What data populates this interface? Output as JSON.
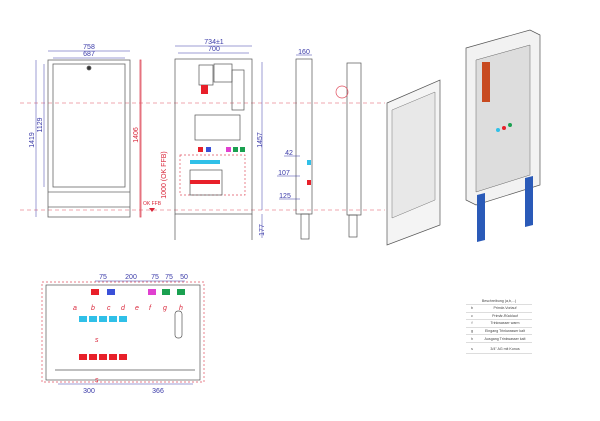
{
  "front_view": {
    "width_outer": "758",
    "width_inner": "687",
    "height_total": "1419",
    "height_door": "1129",
    "height_red": "1406",
    "floor_level": "1000 (OK FFB)",
    "floor_mark": "OK FFB"
  },
  "open_view": {
    "width_outer": "734±1",
    "width_inner": "700",
    "height": "1457",
    "foot": "177"
  },
  "side_view": {
    "depth": "160",
    "d1": "42",
    "d2": "107",
    "d3": "125"
  },
  "detail_view": {
    "top_dims": [
      "75",
      "200",
      "75",
      "75",
      "50"
    ],
    "bottom_dims": [
      "300",
      "366"
    ],
    "connection_labels": [
      "a",
      "b",
      "c",
      "d",
      "e",
      "f",
      "g",
      "h"
    ],
    "manifold_labels": [
      "s",
      "s"
    ]
  },
  "legend": {
    "header": "Beschreibung (a,b,...)",
    "rows": [
      {
        "key": "b",
        "value": "Primär-Vorlauf"
      },
      {
        "key": "c",
        "value": "Primär-Rücklauf"
      },
      {
        "key": "f",
        "value": "Trinkwasser warm"
      },
      {
        "key": "g",
        "value": "Eingang Trinkwasser kalt"
      },
      {
        "key": "h",
        "value": "Ausgang Trinkwasser kalt"
      }
    ],
    "extra": {
      "key": "s",
      "value": "3/4\" AG mit Konus"
    }
  },
  "colors": {
    "dimension": "#3a3aa8",
    "reference": "#d9263a",
    "valve_red": "#e8202a",
    "valve_blue": "#3a50d8",
    "valve_magenta": "#e040d0",
    "valve_green": "#1aa050",
    "valve_cyan": "#30c0e8",
    "insulation_blue": "#2a5ab8",
    "panel_orange": "#c84a20"
  }
}
